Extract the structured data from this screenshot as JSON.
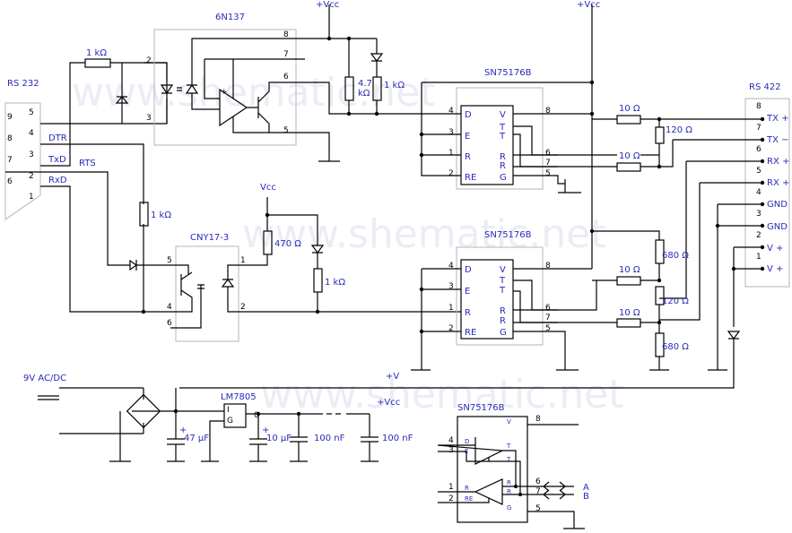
{
  "watermark": "www.shematic.net",
  "power": {
    "vcc": "+Vcc",
    "vcc2": "Vcc",
    "v_plus": "+V",
    "supply": "9V AC/DC"
  },
  "ics": {
    "optocoupler1": "6N137",
    "optocoupler2": "CNY17-3",
    "driver": "SN75176B",
    "regulator": "LM7805"
  },
  "connectors": {
    "left": "RS 232",
    "right": "RS 422"
  },
  "rs232": {
    "pins": [
      "5",
      "9",
      "4",
      "8",
      "3",
      "7",
      "2",
      "6",
      "1"
    ],
    "dtr": "DTR",
    "txd": "TxD",
    "rts": "RTS",
    "rxd": "RxD"
  },
  "rs422": {
    "pins": [
      "8",
      "7",
      "6",
      "5",
      "4",
      "3",
      "2",
      "1"
    ],
    "signals": [
      "TX +",
      "TX −",
      "RX +",
      "RX +",
      "GND",
      "GND",
      "V +",
      "V +"
    ]
  },
  "resistors": {
    "r1k": "1 kΩ",
    "r47k": "4.7",
    "r47k_unit": "kΩ",
    "r470": "470 Ω",
    "r10": "10 Ω",
    "r120": "120 Ω",
    "r680": "680 Ω"
  },
  "caps": {
    "c47": "47 µF",
    "c10": "10 µF",
    "c100": "100 nF"
  },
  "sn_pins": {
    "d": "D",
    "e": "E",
    "r": "R",
    "re": "RE",
    "v": "V",
    "t": "T",
    "tb": "T",
    "rr": "R",
    "rb": "R",
    "g": "G"
  },
  "opto_pins": {
    "p2": "2",
    "p3": "3",
    "p5": "5",
    "p6": "6",
    "p7": "7",
    "p8": "8"
  },
  "cny_pins": {
    "p1": "1",
    "p2": "2",
    "p4": "4",
    "p5": "5",
    "p6": "6"
  },
  "sn_numbers": {
    "n1": "1",
    "n2": "2",
    "n3": "3",
    "n4": "4",
    "n5": "5",
    "n6": "6",
    "n7": "7",
    "n8": "8"
  },
  "reg_pins": {
    "i": "I",
    "g": "G",
    "o": "0"
  },
  "outputs": {
    "a": "A",
    "b": "B"
  },
  "plus": "+"
}
